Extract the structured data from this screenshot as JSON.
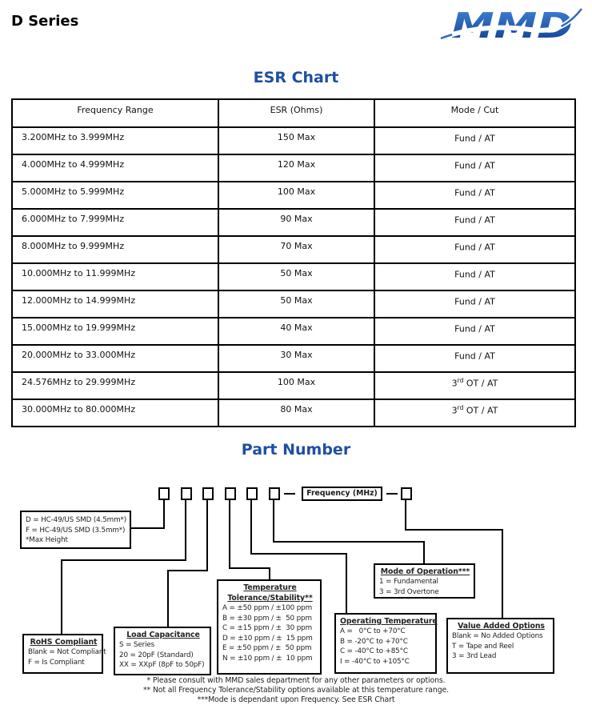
{
  "header": {
    "title": "D Series",
    "logo_text": "MMD"
  },
  "esr_section": {
    "heading": "ESR Chart",
    "columns": [
      "Frequency Range",
      "ESR (Ohms)",
      "Mode / Cut"
    ],
    "rows": [
      {
        "freq": "3.200MHz to 3.999MHz",
        "esr": "150 Max",
        "mode_pre": "Fund / AT",
        "mode_sup": "",
        "mode_post": ""
      },
      {
        "freq": "4.000MHz to 4.999MHz",
        "esr": "120 Max",
        "mode_pre": "Fund / AT",
        "mode_sup": "",
        "mode_post": ""
      },
      {
        "freq": "5.000MHz to 5.999MHz",
        "esr": "100 Max",
        "mode_pre": "Fund / AT",
        "mode_sup": "",
        "mode_post": ""
      },
      {
        "freq": "6.000MHz to 7.999MHz",
        "esr": "90 Max",
        "mode_pre": "Fund / AT",
        "mode_sup": "",
        "mode_post": ""
      },
      {
        "freq": "8.000MHz to 9.999MHz",
        "esr": "70 Max",
        "mode_pre": "Fund / AT",
        "mode_sup": "",
        "mode_post": ""
      },
      {
        "freq": "10.000MHz to 11.999MHz",
        "esr": "50 Max",
        "mode_pre": "Fund / AT",
        "mode_sup": "",
        "mode_post": ""
      },
      {
        "freq": "12.000MHz to 14.999MHz",
        "esr": "50 Max",
        "mode_pre": "Fund / AT",
        "mode_sup": "",
        "mode_post": ""
      },
      {
        "freq": "15.000MHz to 19.999MHz",
        "esr": "40 Max",
        "mode_pre": "Fund / AT",
        "mode_sup": "",
        "mode_post": ""
      },
      {
        "freq": "20.000MHz to 33.000MHz",
        "esr": "30 Max",
        "mode_pre": "Fund / AT",
        "mode_sup": "",
        "mode_post": ""
      },
      {
        "freq": "24.576MHz to 29.999MHz",
        "esr": "100 Max",
        "mode_pre": "3",
        "mode_sup": "rd",
        "mode_post": " OT / AT"
      },
      {
        "freq": "30.000MHz to 80.000MHz",
        "esr": "80 Max",
        "mode_pre": "3",
        "mode_sup": "rd",
        "mode_post": " OT / AT"
      }
    ]
  },
  "part_number_section": {
    "heading": "Part Number",
    "frequency_label": "Frequency (MHz)",
    "callouts": {
      "package": {
        "lines": [
          "D = HC-49/US SMD (4.5mm*)",
          "F = HC-49/US SMD (3.5mm*)",
          "*Max Height"
        ]
      },
      "rohs": {
        "title": "RoHS Compliant",
        "lines": [
          "Blank = Not Compliant",
          "F = Is Compliant"
        ]
      },
      "load_capacitance": {
        "title": "Load Capacitance",
        "lines": [
          "S = Series",
          "20 = 20pF (Standard)",
          "XX = XXpF (8pF to 50pF)"
        ]
      },
      "temperature": {
        "title_line1": "Temperature",
        "title_line2": "Tolerance/Stability**",
        "lines": [
          "A = ±50 ppm / ±100 ppm",
          "B = ±30 ppm / ±  50 ppm",
          "C = ±15 ppm / ±  30 ppm",
          "D = ±10 ppm / ±  15 ppm",
          "E = ±50 ppm / ±  50 ppm",
          "N = ±10 ppm / ±  10 ppm"
        ]
      },
      "mode_of_operation": {
        "title": "Mode of Operation***",
        "lines": [
          "1 = Fundamental",
          "3 = 3rd Overtone"
        ]
      },
      "operating_temperature": {
        "title": "Operating Temperature",
        "lines": [
          "A =   0°C to +70°C",
          "B = -20°C to +70°C",
          "C = -40°C to +85°C",
          "I = -40°C to +105°C"
        ]
      },
      "value_added": {
        "title": "Value Added Options",
        "lines": [
          "Blank = No Added Options",
          "T = Tape and Reel",
          "3 = 3rd Lead"
        ]
      }
    },
    "footnotes": [
      "* Please consult with MMD sales department for any other parameters or options.",
      "** Not all Frequency Tolerance/Stability options available at this temperature range.",
      "***Mode is dependant upon Frequency. See ESR Chart"
    ]
  },
  "colors": {
    "heading_blue": "#1e4fa1",
    "logo_blue_light": "#4285d8",
    "logo_blue_dark": "#0d3a8d",
    "swoosh_blue": "#2d66bc"
  }
}
